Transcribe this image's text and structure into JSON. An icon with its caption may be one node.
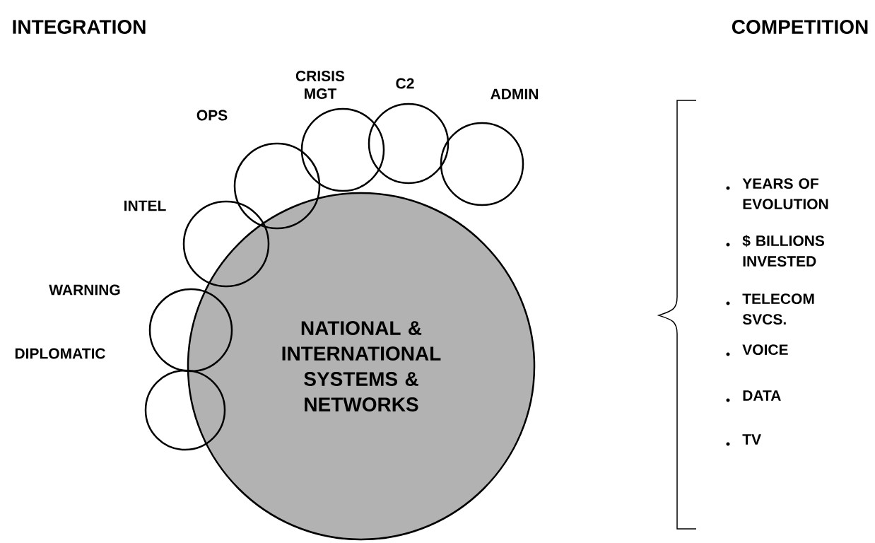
{
  "diagram": {
    "nodes": [
      {
        "text": [
          "NATIONAL & INTERNATIONAL SYSTEMS & NETWORKS"
        ]
      },
      {
        "text": [
          "DIPLOMATIC"
        ]
      },
      {
        "text": [
          "WARNING"
        ]
      },
      {
        "text": [
          "INTEL"
        ]
      },
      {
        "text": [
          "OPS"
        ]
      },
      {
        "text": [
          "CRISIS MGT"
        ]
      },
      {
        "text": [
          "C2"
        ]
      },
      {
        "text": [
          "ADMIN"
        ]
      }
    ],
    "labels": [
      "INTEGRATION",
      "COMPETITION",
      "YEARS OF EVOLUTION",
      "$ BILLIONS INVESTED",
      "TELECOM SVCS.",
      "VOICE",
      "DATA",
      "TV"
    ]
  }
}
